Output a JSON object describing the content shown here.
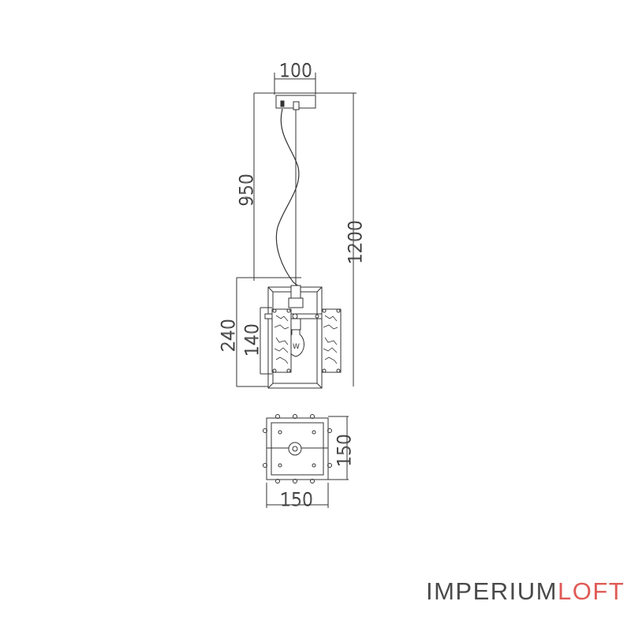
{
  "dimensions": {
    "canopy_width": "100",
    "cable_length": "950",
    "total_height": "1200",
    "body_height": "240",
    "shade_height": "140",
    "top_depth": "150",
    "top_width": "150"
  },
  "lamp_label": "W",
  "brand": {
    "part1": "IMPERIUM",
    "part2": "LOFT",
    "color1": "#4a4a4a",
    "color2": "#e05a55"
  },
  "line_color": "#333333"
}
